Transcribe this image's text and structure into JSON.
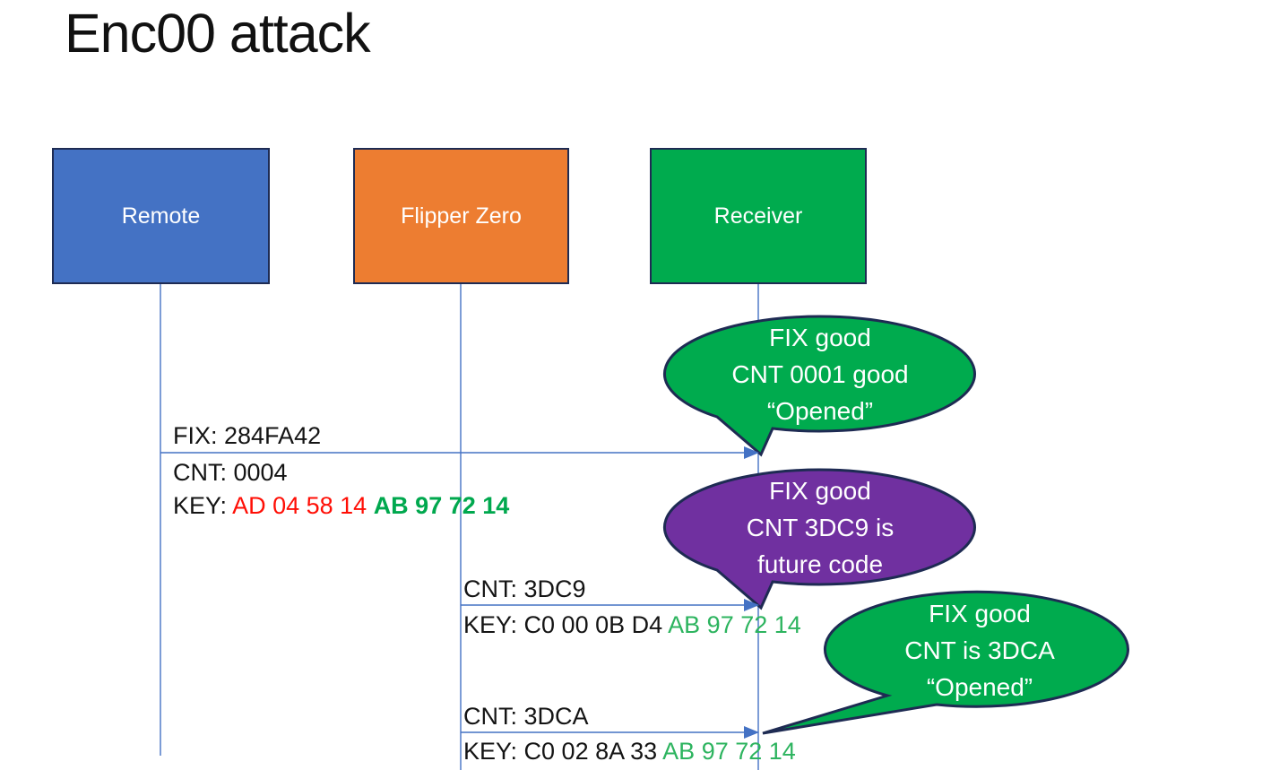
{
  "title": "Enc00 attack",
  "colors": {
    "actor_blue": "#4472C4",
    "actor_orange": "#ED7D31",
    "actor_green": "#00AB4E",
    "shape_border": "#1E2B53",
    "callout_green": "#00AB4E",
    "callout_purple": "#7030A0",
    "connector_blue": "#4472C4",
    "key_red_text": "#FF0E05",
    "key_green_text": "#2DB45F",
    "key_green_bold_text": "#00A84E"
  },
  "actors": [
    {
      "label": "Remote"
    },
    {
      "label": "Flipper Zero"
    },
    {
      "label": "Receiver"
    }
  ],
  "messages": [
    {
      "from": "Remote",
      "to": "Receiver",
      "line_above": "FIX: 284FA42",
      "line_below": "CNT: 0004",
      "key_prefix": "KEY: ",
      "key_red": "AD 04 58 14 ",
      "key_green": "AB 97 72 14"
    },
    {
      "from": "Flipper Zero",
      "to": "Receiver",
      "line_above": "CNT: 3DC9",
      "key_prefix": "KEY: C0 00 0B D4 ",
      "key_green": "AB 97 72 14"
    },
    {
      "from": "Flipper Zero",
      "to": "Receiver",
      "line_above": "CNT: 3DCA",
      "key_prefix": "KEY: C0 02 8A 33 ",
      "key_green": "AB 97 72 14"
    }
  ],
  "callouts": [
    {
      "lines": [
        "FIX good",
        "CNT 0001 good",
        "“Opened”"
      ]
    },
    {
      "lines": [
        "FIX good",
        "CNT 3DC9 is",
        "future code"
      ]
    },
    {
      "lines": [
        "FIX good",
        "CNT is 3DCA",
        "“Opened”"
      ]
    }
  ]
}
